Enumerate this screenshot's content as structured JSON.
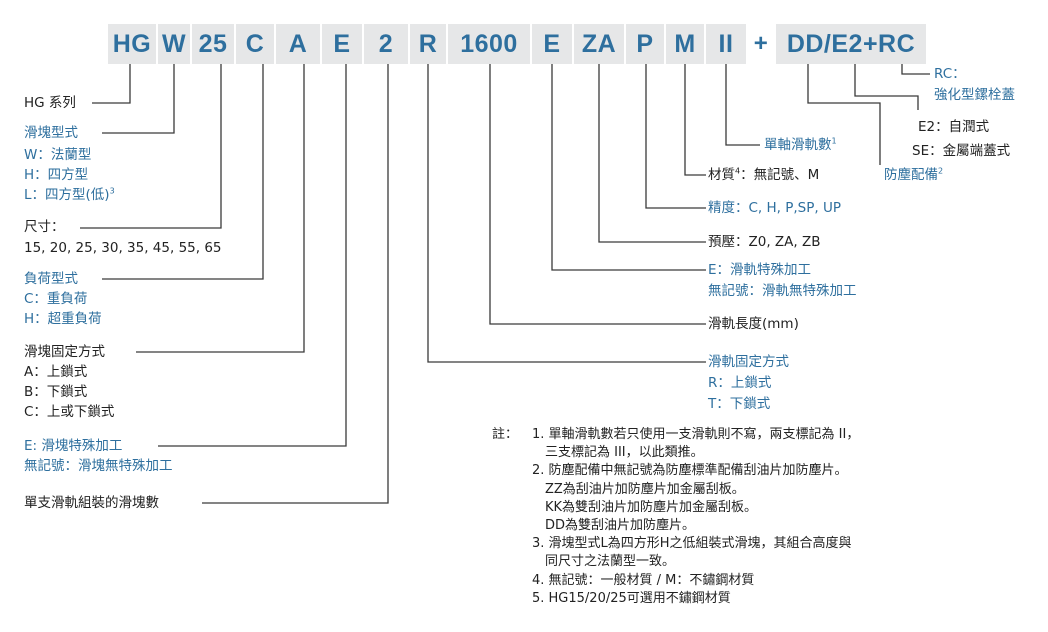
{
  "code_segments": [
    {
      "text": "HG"
    },
    {
      "text": "W"
    },
    {
      "text": "25"
    },
    {
      "text": "C"
    },
    {
      "text": "A"
    },
    {
      "text": "E"
    },
    {
      "text": "2"
    },
    {
      "text": "R"
    },
    {
      "text": "1600"
    },
    {
      "text": "E"
    },
    {
      "text": "ZA"
    },
    {
      "text": "P"
    },
    {
      "text": "M"
    },
    {
      "text": "II"
    },
    {
      "text": "+"
    },
    {
      "text": "DD/E2+RC"
    }
  ],
  "left": {
    "series": "HG 系列",
    "block_type": {
      "title": "滑塊型式",
      "w": "W：法蘭型",
      "h": "H：四方型",
      "l": "L：四方型(低)",
      "l_sup": "3"
    },
    "size": {
      "title": "尺寸：",
      "values": "15, 20, 25, 30, 35, 45, 55, 65"
    },
    "load": {
      "title": "負荷型式",
      "c": "C：重負荷",
      "h": "H：超重負荷"
    },
    "block_mount": {
      "title": "滑塊固定方式",
      "a": "A：上鎖式",
      "b": "B：下鎖式",
      "c": "C：上或下鎖式"
    },
    "block_special": {
      "e": "E: 滑塊特殊加工",
      "none": "無記號：滑塊無特殊加工"
    },
    "block_count": "單支滑軌組裝的滑塊數"
  },
  "right": {
    "rc": {
      "title": "RC：",
      "desc": "強化型鏍栓蓋"
    },
    "e2": "E2：自潤式",
    "se": "SE：金屬端蓋式",
    "dust": {
      "text": "防塵配備",
      "sup": "2"
    },
    "rail_count": {
      "text": "單軸滑軌數",
      "sup": "1"
    },
    "material": {
      "text": "材質",
      "sup": "4",
      "rest": "：無記號、M"
    },
    "precision": "精度：C, H, P,SP, UP",
    "preload": "預壓：Z0, ZA, ZB",
    "rail_special": {
      "e": "E：滑軌特殊加工",
      "none": "無記號：滑軌無特殊加工"
    },
    "rail_length": "滑軌長度(mm)",
    "rail_mount": {
      "title": "滑軌固定方式",
      "r": "R：上鎖式",
      "t": "T：下鎖式"
    }
  },
  "notes": {
    "header": "註：",
    "lines": [
      "1. 單軸滑軌數若只使用一支滑軌則不寫，兩支標記為 II，",
      "三支標記為 III，以此類推。",
      "2. 防塵配備中無記號為防塵標準配備刮油片加防塵片。",
      "ZZ為刮油片加防塵片加金屬刮板。",
      "KK為雙刮油片加防塵片加金屬刮板。",
      "DD為雙刮油片加防塵片。",
      "3. 滑塊型式L為四方形H之低組裝式滑塊，其組合高度與",
      "同尺寸之法蘭型一致。",
      "4. 無記號：一般材質 / M：不鏽鋼材質",
      "5. HG15/20/25可選用不鏽鋼材質"
    ]
  },
  "colors": {
    "accent": "#2e6f9e",
    "segment_bg": "#e6e7e8",
    "text": "#222222"
  }
}
